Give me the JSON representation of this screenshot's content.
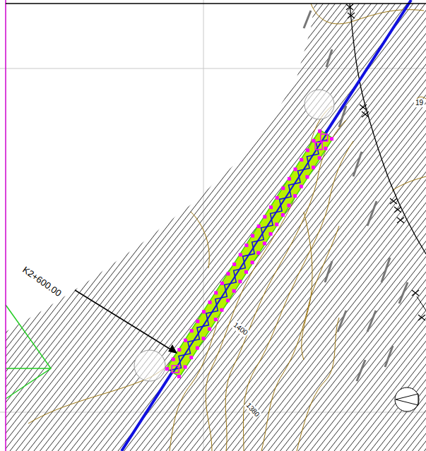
{
  "diagram": {
    "labels": [
      "K2+600.00",
      "1400",
      "1380",
      "19"
    ]
  }
}
